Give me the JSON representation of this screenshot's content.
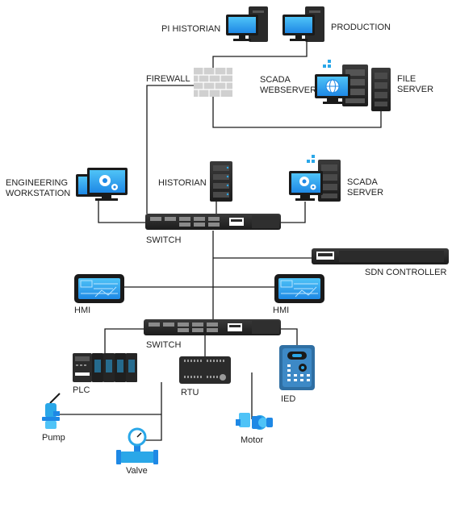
{
  "labels": {
    "pi_historian": "PI HISTORIAN",
    "production": "PRODUCTION",
    "firewall": "FIREWALL",
    "scada_webserver": "SCADA\nWEBSERVER",
    "file_server": "FILE\nSERVER",
    "engineering_workstation": "ENGINEERING\nWORKSTATION",
    "historian": "HISTORIAN",
    "scada_server": "SCADA\nSERVER",
    "switch_top": "SWITCH",
    "sdn_controller": "SDN CONTROLLER",
    "hmi_left": "HMI",
    "hmi_right": "HMI",
    "switch_bottom": "SWITCH",
    "plc": "PLC",
    "rtu": "RTU",
    "ied": "IED",
    "pump": "Pump",
    "valve": "Valve",
    "motor": "Motor"
  },
  "colors": {
    "line": "#1a1a1a",
    "accent": "#2aa7e8",
    "device_dark": "#2b2b2b",
    "firewall_brick": "#c4c4c4"
  }
}
